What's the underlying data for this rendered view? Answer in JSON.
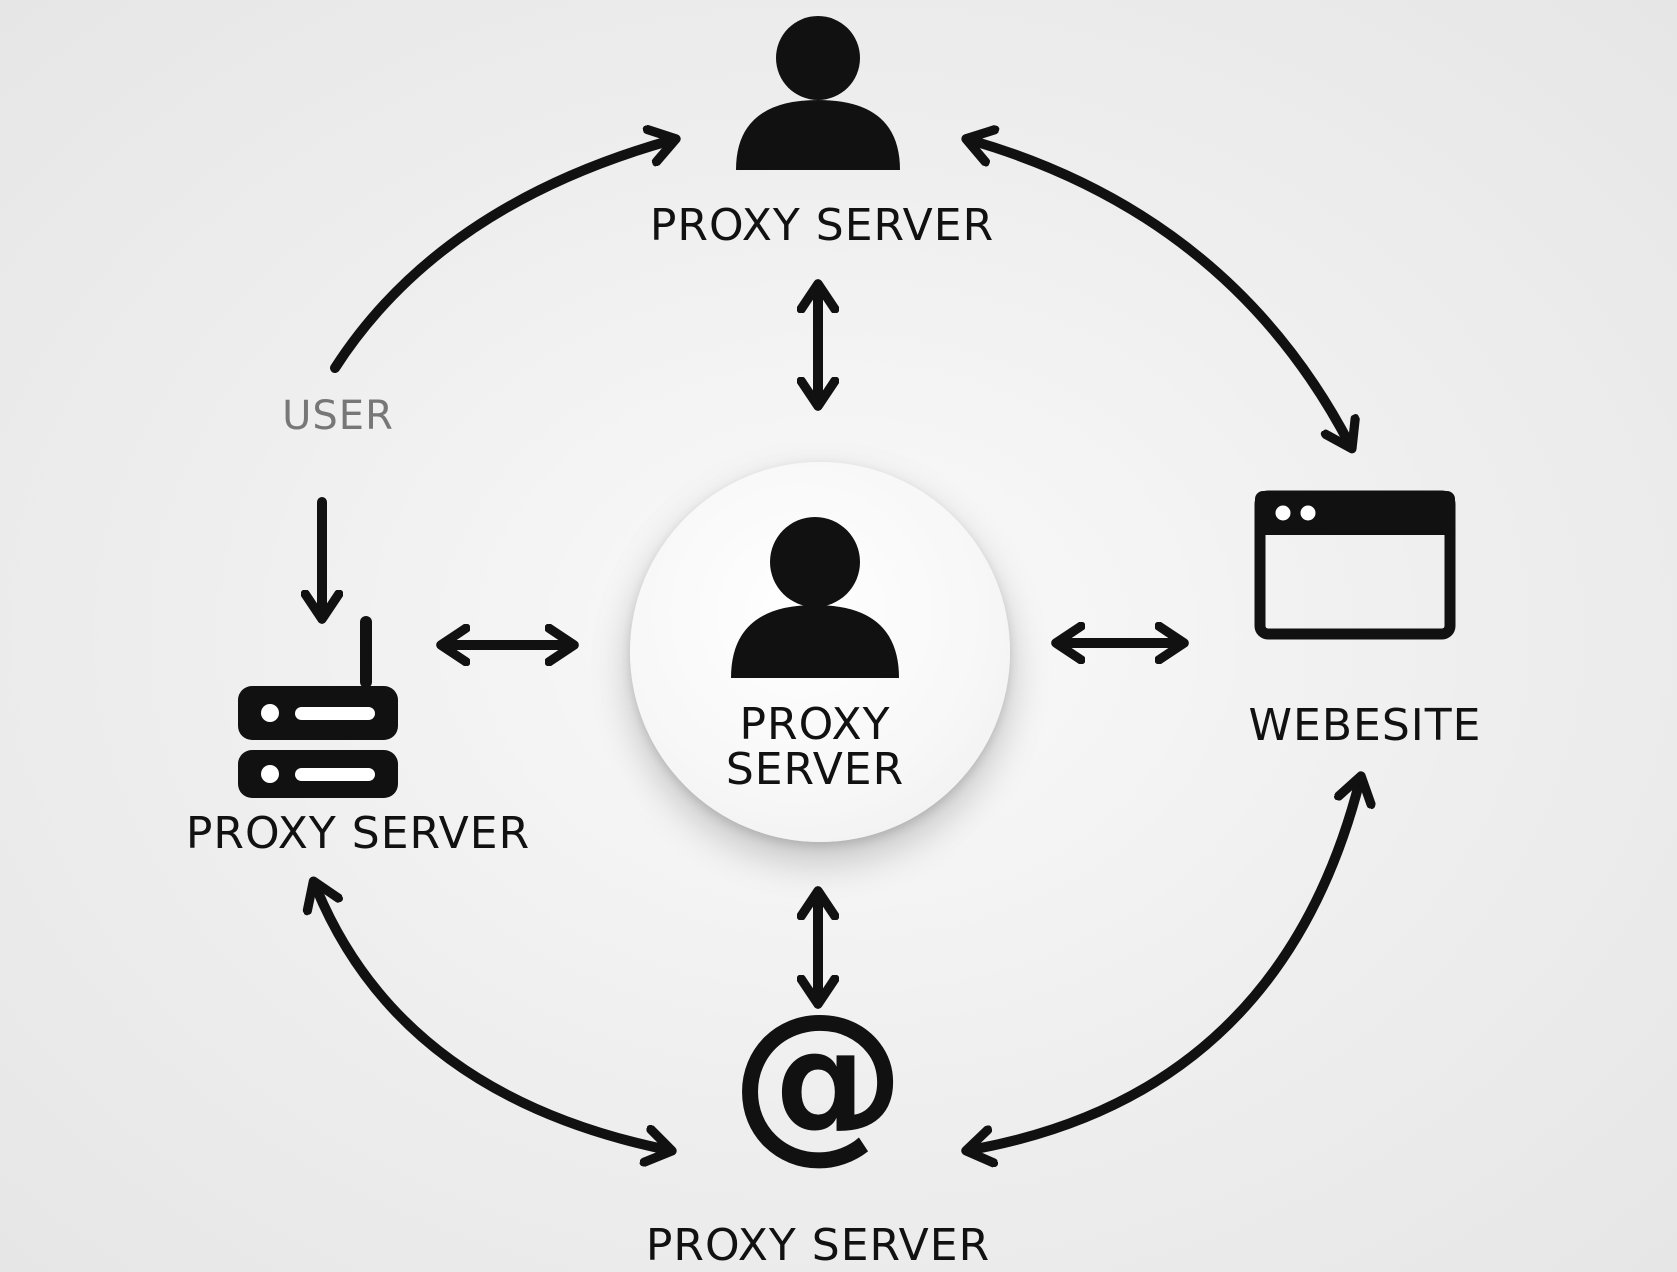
{
  "nodes": {
    "top": {
      "label": "PROXY SERVER",
      "icon": "user-icon"
    },
    "left": {
      "user_label": "USER",
      "label": "PROXY SERVER",
      "icon": "router-icon"
    },
    "center": {
      "label_line1": "PROXY",
      "label_line2": "SERVER",
      "icon": "user-icon"
    },
    "right": {
      "label": "WEBESITE",
      "icon": "browser-window-icon"
    },
    "bottom": {
      "label": "PROXY SERVER",
      "icon": "at-sign-icon"
    }
  },
  "colors": {
    "ink": "#111111",
    "user_label": "#777777",
    "background": "#eeeeee",
    "hub": "#ffffff"
  }
}
